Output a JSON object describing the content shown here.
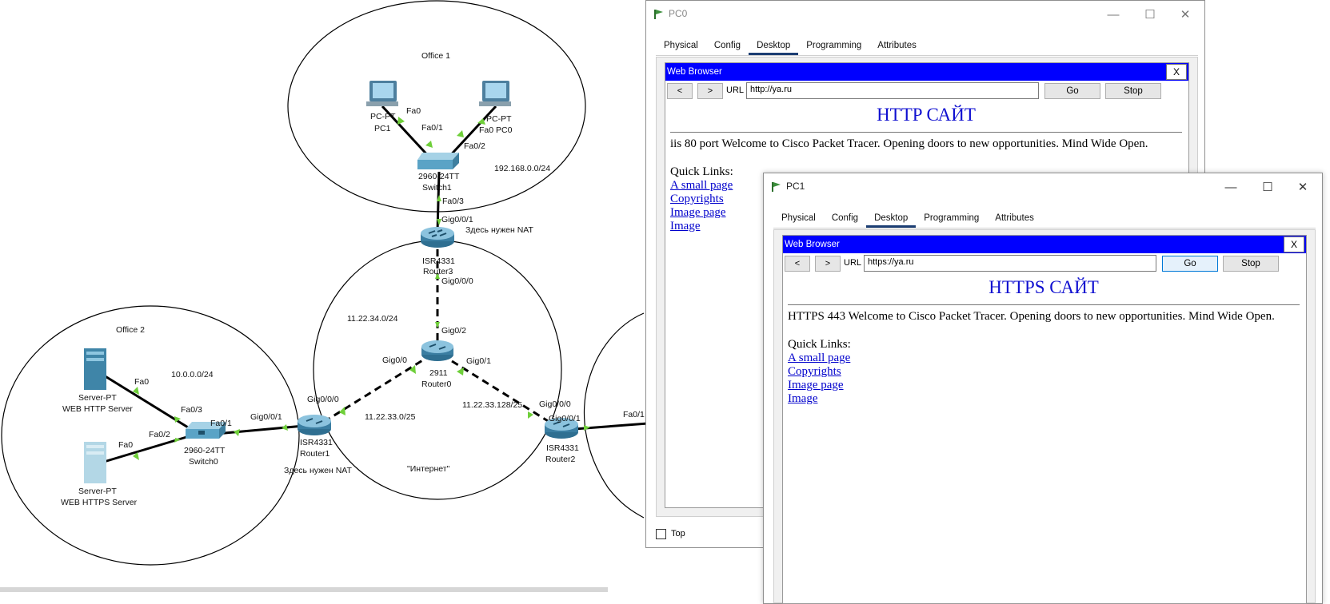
{
  "topology": {
    "areas": {
      "office1": "Office 1",
      "office2": "Office 2",
      "internet": "\"Интернет\""
    },
    "devices": {
      "pc1": {
        "model": "PC-PT",
        "name": "PC1"
      },
      "pc0": {
        "model": "PC-PT",
        "name": "PC0"
      },
      "switch1": {
        "model": "2960-24TT",
        "name": "Switch1"
      },
      "switch0": {
        "model": "2960-24TT",
        "name": "Switch0"
      },
      "router3": {
        "model": "ISR4331",
        "name": "Router3"
      },
      "router0": {
        "model": "2911",
        "name": "Router0"
      },
      "router1": {
        "model": "ISR4331",
        "name": "Router1"
      },
      "router2": {
        "model": "ISR4331",
        "name": "Router2"
      },
      "server_http": {
        "model": "Server-PT",
        "name": "WEB HTTP Server"
      },
      "server_https": {
        "model": "Server-PT",
        "name": "WEB HTTPS Server"
      }
    },
    "networks": {
      "net_office1": "192.168.0.0/24",
      "net_office2": "10.0.0.0/24",
      "net_r3_r0": "11.22.34.0/24",
      "net_r1_r0": "11.22.33.0/25",
      "net_r0_r2": "11.22.33.128/25"
    },
    "notes": {
      "nat_router3": "Здесь нужен NAT",
      "nat_router1": "Здесь нужен NAT"
    },
    "ports": {
      "pc1_fa0": "Fa0",
      "sw1_fa01": "Fa0/1",
      "pc0_fa0": "Fa0",
      "sw1_fa02": "Fa0/2",
      "sw1_fa03": "Fa0/3",
      "r3_gig001": "Gig0/0/1",
      "r3_gig000": "Gig0/0/0",
      "r0_gig02": "Gig0/2",
      "r0_gig00": "Gig0/0",
      "r0_gig01": "Gig0/1",
      "r1_gig000": "Gig0/0/0",
      "r1_gig001": "Gig0/0/1",
      "r2_gig000": "Gig0/0/0",
      "r2_gig001": "Gig0/0/1",
      "r2_fa01": "Fa0/1",
      "srv_http_fa0": "Fa0",
      "sw0_fa03": "Fa0/3",
      "srv_https_fa0": "Fa0",
      "sw0_fa02": "Fa0/2",
      "sw0_fa01": "Fa0/1"
    }
  },
  "windows": {
    "pc0": {
      "title": "PC0",
      "tabs": [
        "Physical",
        "Config",
        "Desktop",
        "Programming",
        "Attributes"
      ],
      "active_tab": "Desktop",
      "browser": {
        "title": "Web Browser",
        "close": "X",
        "back": "<",
        "forward": ">",
        "url_label": "URL",
        "url": "http://ya.ru",
        "go": "Go",
        "stop": "Stop",
        "heading": "HTTP САЙТ",
        "body": "iis 80 port Welcome to Cisco Packet Tracer. Opening doors to new opportunities. Mind Wide Open.",
        "quick_links_label": "Quick Links:",
        "links": [
          "A small page",
          "Copyrights",
          "Image page",
          "Image"
        ]
      },
      "top_checkbox_label": "Top"
    },
    "pc1": {
      "title": "PC1",
      "tabs": [
        "Physical",
        "Config",
        "Desktop",
        "Programming",
        "Attributes"
      ],
      "active_tab": "Desktop",
      "browser": {
        "title": "Web Browser",
        "close": "X",
        "back": "<",
        "forward": ">",
        "url_label": "URL",
        "url": "https://ya.ru",
        "go": "Go",
        "stop": "Stop",
        "heading": "HTTPS САЙТ",
        "body": "HTTPS 443 Welcome to Cisco Packet Tracer. Opening doors to new opportunities. Mind Wide Open.",
        "quick_links_label": "Quick Links:",
        "links": [
          "A small page",
          "Copyrights",
          "Image page",
          "Image"
        ]
      }
    }
  },
  "colors": {
    "browser_header": "#0000ff",
    "heading": "#1010d0",
    "link": "#0000cc",
    "link_light": "#6fcf3a",
    "router": "#4a8fb1",
    "switch": "#5aa3c6"
  }
}
